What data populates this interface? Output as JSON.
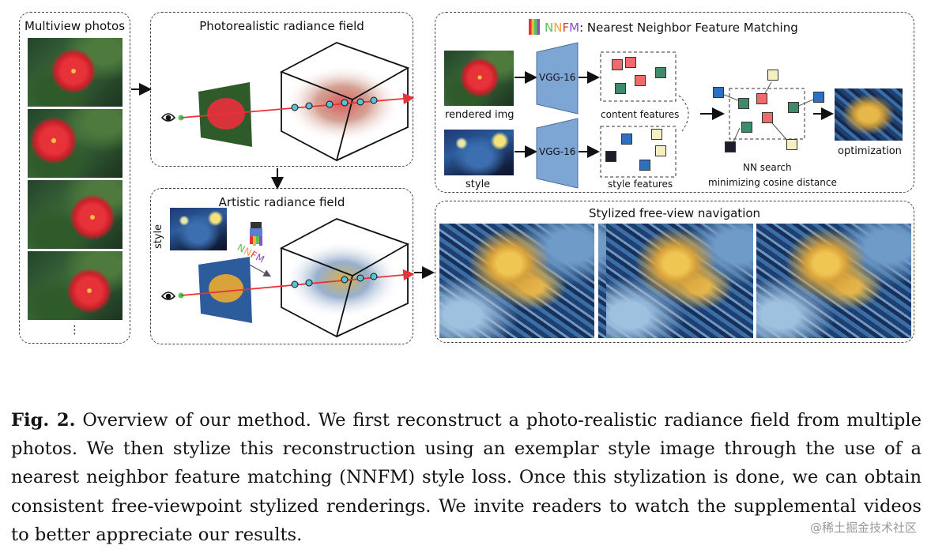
{
  "panels": {
    "multiview": {
      "title": "Multiview photos",
      "ellipsis": "⋮"
    },
    "photorealistic": {
      "title": "Photorealistic radiance field"
    },
    "artistic": {
      "title": "Artistic radiance field",
      "style_label": "style",
      "nnfm_label": "NNFM"
    },
    "nnfm": {
      "title_prefix": "NNFM",
      "title_suffix": ": Nearest Neighbor Feature Matching",
      "rendered_label": "rendered img",
      "style_label": "style",
      "vgg_label_1": "VGG-16",
      "vgg_label_2": "VGG-16",
      "content_features": "content features",
      "style_features": "style features",
      "nn_search": "NN search",
      "nn_search_sub": "minimizing cosine distance",
      "optimization": "optimization"
    },
    "stylized": {
      "title": "Stylized free-view navigation"
    }
  },
  "caption": {
    "label": "Fig. 2.",
    "text": "Overview of our method. We first reconstruct a photo-realistic radiance field from multiple photos. We then stylize this reconstruction using an exemplar style image through the use of a nearest neighbor feature matching (NNFM) style loss. Once this stylization is done, we can obtain consistent free-viewpoint stylized renderings. We invite readers to watch the supplemental videos to better appreciate our results."
  },
  "watermark": "@稀土掘金技术社区",
  "colors": {
    "ray": "#e8323a",
    "vgg": "#7ea6d4",
    "sample_point": "#5bc0d8",
    "eye_dot": "#58c25a"
  }
}
